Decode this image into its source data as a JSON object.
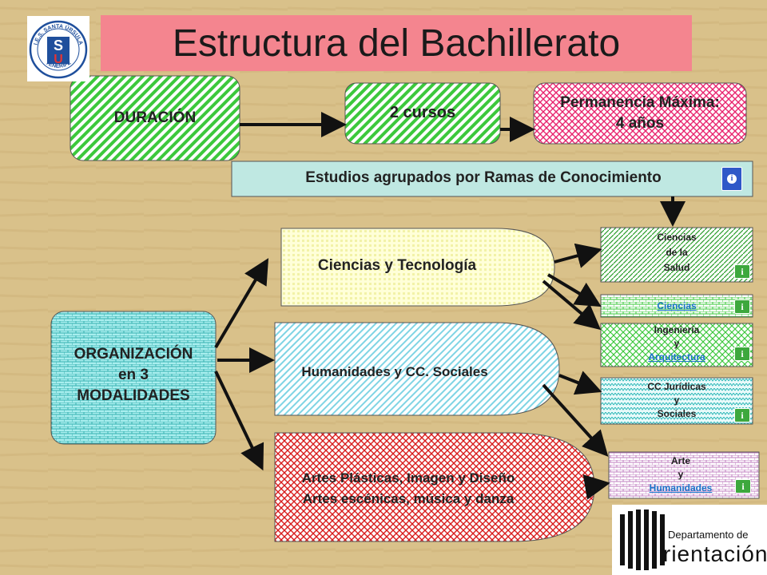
{
  "title": "Estructura del Bachillerato",
  "logo": {
    "text_top": "I.E.S. SANTA ÚRSULA",
    "text_bottom": "TENERIFE",
    "letters": "SU"
  },
  "duration": {
    "label": "DURACIÓN",
    "courses": "2 cursos",
    "max_stay_line1": "Permanencia Máxima:",
    "max_stay_line2": "4 años"
  },
  "ramas_banner": "Estudios agrupados por Ramas de Conocimiento",
  "organization": {
    "line1": "ORGANIZACIÓN",
    "line2": "en 3",
    "line3": "MODALIDADES"
  },
  "modalities": [
    {
      "label": "Ciencias y Tecnología"
    },
    {
      "label": "Humanidades y CC. Sociales"
    },
    {
      "line1": "Artes Plásticas, Imagen y Diseño",
      "line2": "Artes escénicas, música y danza"
    }
  ],
  "branches": [
    {
      "line1": "Ciencias",
      "line2": "de la",
      "line3": "Salud"
    },
    {
      "line1": "Ciencias"
    },
    {
      "line1": "Ingeniería",
      "line2": "y",
      "line3": "Arquitectura"
    },
    {
      "line1": "CC Jurídicas",
      "line2": "y",
      "line3": "Sociales"
    },
    {
      "line1": "Arte",
      "line2": "y",
      "line3": "Humanidades"
    }
  ],
  "info_glyph": "i",
  "department": {
    "line1": "Departamento de",
    "line2": "rientación"
  },
  "colors": {
    "title_bg": "#f4858f",
    "green": "#3cc83c",
    "pink": "#e8246e",
    "banner": "#bfe8e2",
    "yellow": "#ffffc0",
    "cyan": "#55cccc",
    "red": "#d81c1c",
    "teal": "#30b8b8",
    "purple": "#c080c0"
  }
}
